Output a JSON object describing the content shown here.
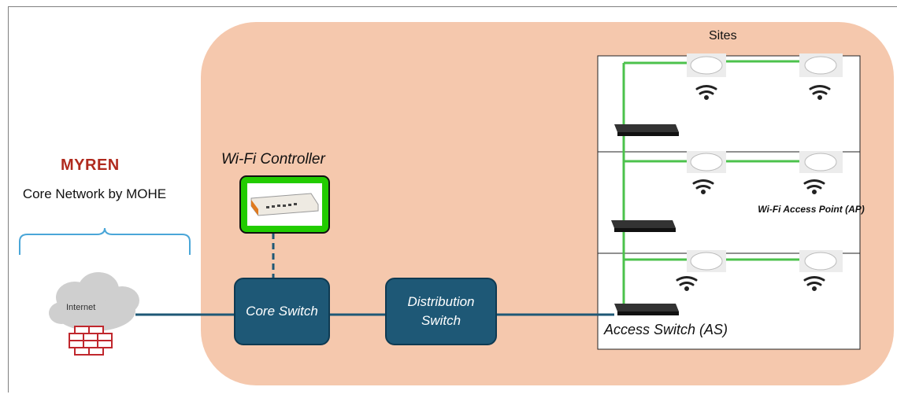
{
  "brand": {
    "logo_text": "MYREN",
    "core_network": "Core Network by MOHE"
  },
  "labels": {
    "wifi_controller": "Wi-Fi Controller",
    "sites": "Sites",
    "core_switch": "Core Switch",
    "distribution_switch": "Distribution Switch",
    "wifi_ap": "Wi-Fi Access Point (AP)",
    "access_switch": "Access Switch (AS)",
    "internet": "Internet"
  },
  "colors": {
    "campus_area": "#f5c8ad",
    "switch_box": "#1e5876",
    "link": "#1e5876",
    "green_link": "#4cc24c",
    "brace": "#4aa6d8"
  },
  "icons": [
    "cloud-icon",
    "firewall-icon",
    "controller-device-icon",
    "network-switch-icon",
    "access-point-icon",
    "wifi-signal-icon"
  ]
}
